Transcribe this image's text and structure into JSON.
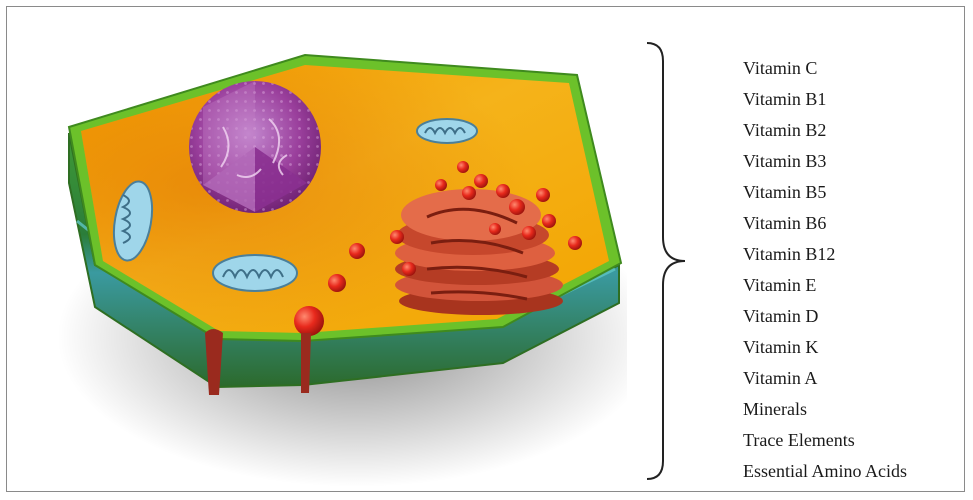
{
  "nutrients": [
    "Vitamin C",
    "Vitamin B1",
    "Vitamin B2",
    "Vitamin B3",
    "Vitamin B5",
    "Vitamin B6",
    "Vitamin B12",
    "Vitamin E",
    "Vitamin D",
    "Vitamin K",
    "Vitamin A",
    "Minerals",
    "Trace Elements",
    "Essential Amino Acids"
  ],
  "colors": {
    "cytoplasm": "#f7a400",
    "membrane": "#6cc12a",
    "nucleus": "#a04aa0",
    "golgi": "#d64a2a",
    "vesicle": "#e8291c",
    "mitochondria": "#9fd6ea"
  }
}
